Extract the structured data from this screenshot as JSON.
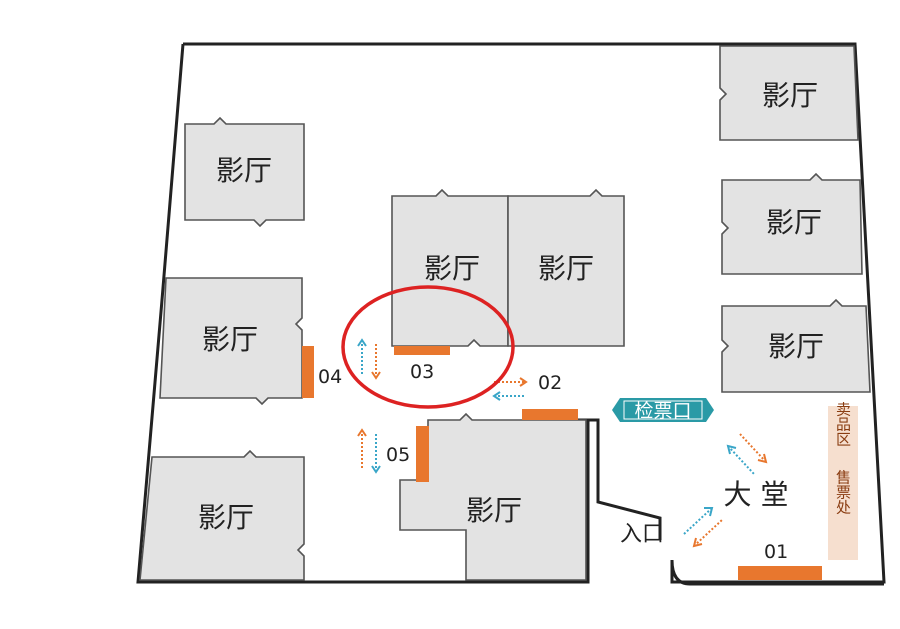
{
  "colors": {
    "wall": "#222222",
    "room_fill": "#e3e3e3",
    "exit_bar": "#e8772e",
    "arrow_orange": "#e8772e",
    "arrow_blue": "#3aa6c8",
    "ticket_teal": "#2a9aa6",
    "highlight_circle": "#dd2222",
    "counter_fill": "#f6dfcf"
  },
  "halls": [
    {
      "label": "影厅"
    },
    {
      "label": "影厅"
    },
    {
      "label": "影厅"
    },
    {
      "label": "影厅"
    },
    {
      "label": "影厅"
    },
    {
      "label": "影厅"
    },
    {
      "label": "影厅"
    },
    {
      "label": "影厅"
    },
    {
      "label": "影厅"
    }
  ],
  "exits": {
    "e01": "01",
    "e02": "02",
    "e03": "03",
    "e04": "04",
    "e05": "05"
  },
  "lobby": "大 堂",
  "entrance": "入口",
  "ticket_check": "检票口",
  "counters": {
    "concession": "卖品区",
    "box_office": "售票处"
  },
  "highlight": {
    "target_exit": "03"
  }
}
